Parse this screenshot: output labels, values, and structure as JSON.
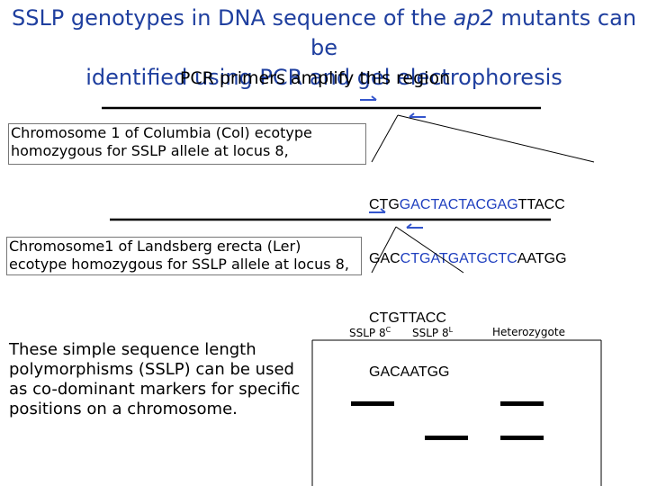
{
  "title": {
    "line1_pre": "SSLP genotypes in DNA sequence of the ",
    "line1_em": "ap2",
    "line1_post": " mutants can be",
    "line2": "identified using PCR and gel electrophoresis"
  },
  "subtitle": "PCR primers amplify this region",
  "col_box": {
    "line1": "Chromosome 1 of Columbia (Col) ecotype",
    "line2": "homozygous for SSLP allele at locus 8,"
  },
  "ler_box": {
    "line1": "Chromosome1  of Landsberg erecta (Ler)",
    "line2": "ecotype homozygous for SSLP allele at locus 8,"
  },
  "col_sequence": {
    "top_a": "CTG",
    "top_b": "GACTACTACGAG",
    "top_c": "TTACC",
    "bottom_a": "GAC",
    "bottom_b": "CTGATGATGCTC",
    "bottom_c": "AATGG"
  },
  "ler_sequence": {
    "top": "CTGTTACC",
    "bottom": "GACAATGG"
  },
  "note": "These simple sequence length polymorphisms (SSLP) can be used as co-dominant markers for specific positions on a chromosome.",
  "gel": {
    "lane1": {
      "label": "SSLP 8",
      "sup": "C"
    },
    "lane2": {
      "label": "SSLP 8",
      "sup": "L"
    },
    "lane3": {
      "label": "Heterozygote"
    }
  },
  "colors": {
    "title": "#1f3f9f",
    "arrow": "#3355cc",
    "sequence_highlight": "#1f3fbf"
  }
}
